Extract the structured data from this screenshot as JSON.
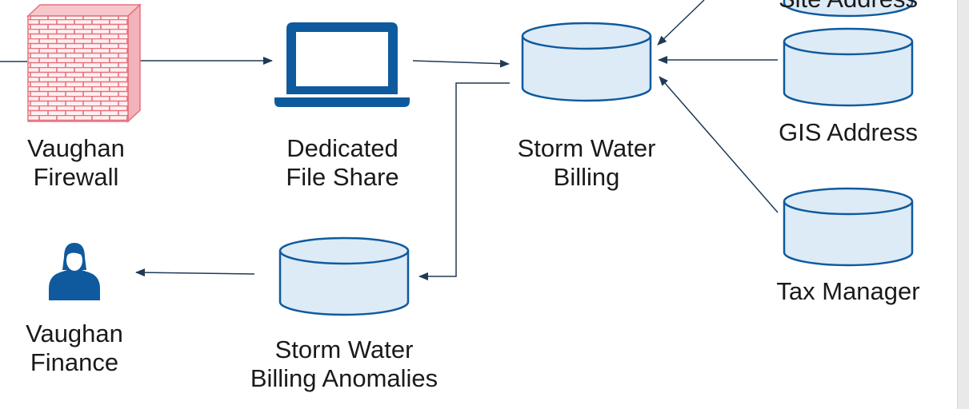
{
  "colors": {
    "accent": "#0f5a9e",
    "cylinder_fill": "#ddebf7",
    "connector": "#1f3a56",
    "firewall": "#e8707a",
    "text": "#1a1a1a"
  },
  "nodes": {
    "vaughan_firewall": {
      "icon": "brick-wall-icon",
      "line1": "Vaughan",
      "line2": "Firewall"
    },
    "dedicated_file_share": {
      "icon": "laptop-icon",
      "line1": "Dedicated",
      "line2": "File Share"
    },
    "storm_water_billing": {
      "icon": "database-icon",
      "line1": "Storm Water",
      "line2": "Billing"
    },
    "site_address": {
      "icon": "database-icon",
      "line1": "Site Address"
    },
    "gis_address": {
      "icon": "database-icon",
      "line1": "GIS Address"
    },
    "tax_manager": {
      "icon": "database-icon",
      "line1": "Tax Manager"
    },
    "vaughan_finance": {
      "icon": "user-icon",
      "line1": "Vaughan",
      "line2": "Finance"
    },
    "billing_anomalies": {
      "icon": "database-icon",
      "line1": "Storm Water",
      "line2": "Billing Anomalies"
    }
  }
}
